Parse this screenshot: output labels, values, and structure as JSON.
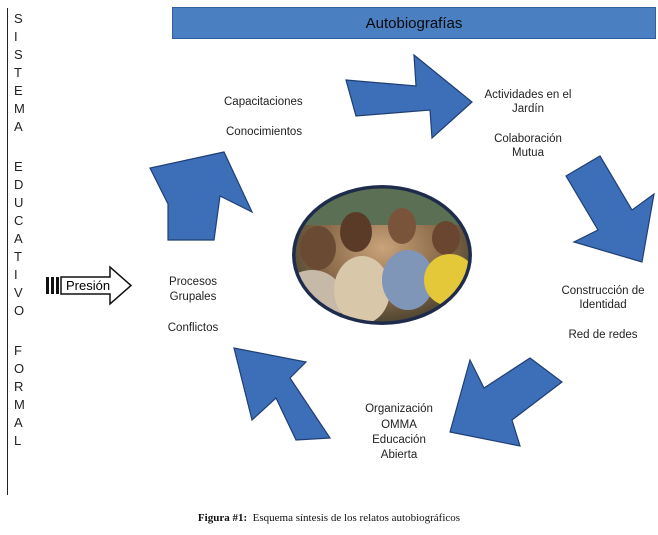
{
  "side_label": [
    "S",
    "I",
    "S",
    "T",
    "E",
    "M",
    "A",
    "",
    "E",
    "D",
    "U",
    "C",
    "A",
    "T",
    "I",
    "V",
    "O",
    "",
    "F",
    "O",
    "R",
    "M",
    "A",
    "L"
  ],
  "title": "Autobiografías",
  "pressure": "Presión",
  "nodes": {
    "top_left": [
      "Capacitaciones",
      "Conocimientos"
    ],
    "top_right": [
      "Actividades en el",
      "Jardín",
      "Colaboración",
      "Mutua"
    ],
    "right": [
      "Construcción de",
      "Identidad",
      "Red de redes"
    ],
    "bottom": [
      "Organización",
      "OMMA",
      "Educación",
      "Abierta"
    ],
    "left": [
      "Procesos",
      "Grupales",
      "Conflictos"
    ]
  },
  "colors": {
    "arrow_fill": "#3d6eb8",
    "arrow_stroke": "#1f3f73",
    "title_bg": "#4a7fc1"
  },
  "caption": {
    "label": "Figura #1:",
    "text": "Esquema síntesis de los relatos autobiográficos"
  }
}
